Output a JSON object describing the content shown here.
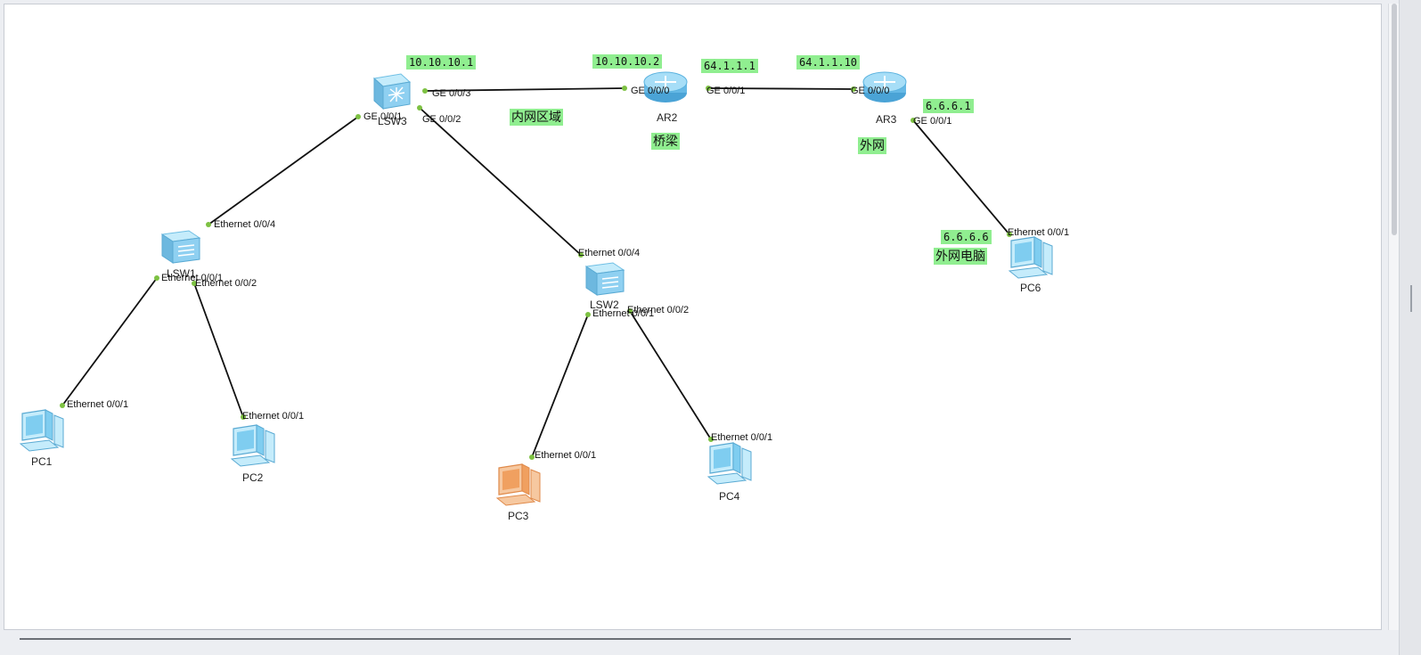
{
  "colors": {
    "note_bg": "#90ee90",
    "link": "#111111",
    "port_dot": "#7dc142",
    "device": "#7fcdf0",
    "pc_active": "#f0a060"
  },
  "devices": [
    {
      "id": "lsw3",
      "label": "LSW3",
      "type": "core-switch",
      "icon": "core-switch-icon"
    },
    {
      "id": "ar2",
      "label": "AR2",
      "type": "router",
      "icon": "router-icon"
    },
    {
      "id": "ar3",
      "label": "AR3",
      "type": "router",
      "icon": "router-icon"
    },
    {
      "id": "lsw1",
      "label": "LSW1",
      "type": "switch",
      "icon": "switch-icon"
    },
    {
      "id": "lsw2",
      "label": "LSW2",
      "type": "switch",
      "icon": "switch-icon"
    },
    {
      "id": "pc1",
      "label": "PC1",
      "type": "pc",
      "icon": "pc-icon"
    },
    {
      "id": "pc2",
      "label": "PC2",
      "type": "pc",
      "icon": "pc-icon"
    },
    {
      "id": "pc3",
      "label": "PC3",
      "type": "pc",
      "icon": "pc-icon"
    },
    {
      "id": "pc4",
      "label": "PC4",
      "type": "pc",
      "icon": "pc-icon"
    },
    {
      "id": "pc6",
      "label": "PC6",
      "type": "pc",
      "icon": "pc-icon"
    }
  ],
  "links": [
    {
      "from": "lsw3",
      "from_port": "GE 0/0/3",
      "to": "ar2",
      "to_port": "GE 0/0/0"
    },
    {
      "from": "ar2",
      "from_port": "GE 0/0/1",
      "to": "ar3",
      "to_port": "GE 0/0/0"
    },
    {
      "from": "ar3",
      "from_port": "GE 0/0/1",
      "to": "pc6",
      "to_port": "Ethernet 0/0/1"
    },
    {
      "from": "lsw3",
      "from_port": "GE 0/0/1",
      "to": "lsw1",
      "to_port": "Ethernet 0/0/4"
    },
    {
      "from": "lsw3",
      "from_port": "GE 0/0/2",
      "to": "lsw2",
      "to_port": "Ethernet 0/0/4"
    },
    {
      "from": "lsw1",
      "from_port": "Ethernet 0/0/1",
      "to": "pc1",
      "to_port": "Ethernet 0/0/1"
    },
    {
      "from": "lsw1",
      "from_port": "Ethernet 0/0/2",
      "to": "pc2",
      "to_port": "Ethernet 0/0/1"
    },
    {
      "from": "lsw2",
      "from_port": "Ethernet 0/0/1",
      "to": "pc3",
      "to_port": "Ethernet 0/0/1"
    },
    {
      "from": "lsw2",
      "from_port": "Ethernet 0/0/2",
      "to": "pc4",
      "to_port": "Ethernet 0/0/1"
    }
  ],
  "ip_notes": [
    "10.10.10.1",
    "10.10.10.2",
    "64.1.1.1",
    "64.1.1.10",
    "6.6.6.1",
    "6.6.6.6"
  ],
  "zone_notes": [
    "内网区域",
    "桥梁",
    "外网",
    "外网电脑"
  ]
}
